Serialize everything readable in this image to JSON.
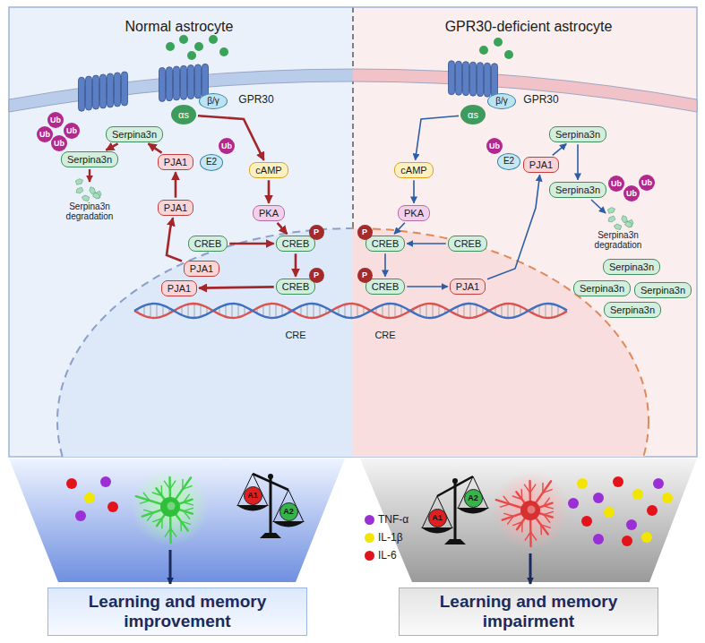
{
  "diagram": {
    "nodes": [
      {
        "text": [
          "αs"
        ]
      },
      {
        "text": [
          "β/γ"
        ]
      },
      {
        "text": [
          "Serpina3n"
        ]
      },
      {
        "text": [
          "Ub"
        ]
      },
      {
        "text": [
          "E2"
        ]
      },
      {
        "text": [
          "PJA1"
        ]
      },
      {
        "text": [
          "Serpina3n"
        ]
      },
      {
        "text": [
          "Ub"
        ]
      },
      {
        "text": [
          "Ub"
        ]
      },
      {
        "text": [
          "Ub"
        ]
      },
      {
        "text": [
          "Ub"
        ]
      },
      {
        "text": [
          "cAMP"
        ]
      },
      {
        "text": [
          "PKA"
        ]
      },
      {
        "text": [
          "PJA1"
        ]
      },
      {
        "text": [
          "CREB"
        ]
      },
      {
        "text": [
          "CREB"
        ]
      },
      {
        "text": [
          "P"
        ]
      },
      {
        "text": [
          "PJA1"
        ]
      },
      {
        "text": [
          "PJA1"
        ]
      },
      {
        "text": [
          "CREB"
        ]
      },
      {
        "text": [
          "P"
        ]
      },
      {
        "text": [
          "αs"
        ]
      },
      {
        "text": [
          "β/γ"
        ]
      },
      {
        "text": [
          "Ub"
        ]
      },
      {
        "text": [
          "E2"
        ]
      },
      {
        "text": [
          "Serpina3n"
        ]
      },
      {
        "text": [
          "PJA1"
        ]
      },
      {
        "text": [
          "cAMP"
        ]
      },
      {
        "text": [
          "PKA"
        ]
      },
      {
        "text": [
          "Serpina3n"
        ]
      },
      {
        "text": [
          "Ub"
        ]
      },
      {
        "text": [
          "Ub"
        ]
      },
      {
        "text": [
          "Ub"
        ]
      },
      {
        "text": [
          "CREB"
        ]
      },
      {
        "text": [
          "P"
        ]
      },
      {
        "text": [
          "CREB"
        ]
      },
      {
        "text": [
          "CREB"
        ]
      },
      {
        "text": [
          "P"
        ]
      },
      {
        "text": [
          "PJA1"
        ]
      },
      {
        "text": [
          "Serpina3n"
        ]
      },
      {
        "text": [
          "Serpina3n"
        ]
      },
      {
        "text": [
          "Serpina3n"
        ]
      },
      {
        "text": [
          "Serpina3n"
        ]
      },
      {
        "text": [
          "A1"
        ]
      },
      {
        "text": [
          "A2"
        ]
      },
      {
        "text": [
          "A1"
        ]
      },
      {
        "text": [
          "A2"
        ]
      },
      {
        "text": [
          "Learning and memory improvement"
        ]
      },
      {
        "text": [
          "Learning and memory impairment"
        ]
      }
    ],
    "edges": [
      {
        "from": 0,
        "to": 11,
        "arrow": "to"
      },
      {
        "from": 11,
        "to": 12,
        "arrow": "to"
      },
      {
        "from": 12,
        "to": 15,
        "arrow": "to"
      },
      {
        "from": 14,
        "to": 15,
        "arrow": "to"
      },
      {
        "from": 15,
        "to": 19,
        "arrow": "to"
      },
      {
        "from": 19,
        "to": 18,
        "arrow": "to"
      },
      {
        "from": 17,
        "to": 13,
        "arrow": "to"
      },
      {
        "from": 13,
        "to": 5,
        "arrow": "to"
      },
      {
        "from": 5,
        "to": 2,
        "arrow": "to"
      },
      {
        "from": 2,
        "to": 6,
        "arrow": "to"
      },
      {
        "from": 21,
        "to": 27,
        "arrow": "to"
      },
      {
        "from": 27,
        "to": 28,
        "arrow": "to"
      },
      {
        "from": 28,
        "to": 33,
        "arrow": "to"
      },
      {
        "from": 35,
        "to": 33,
        "arrow": "to"
      },
      {
        "from": 33,
        "to": 36,
        "arrow": "to"
      },
      {
        "from": 36,
        "to": 38,
        "arrow": "to"
      },
      {
        "from": 38,
        "to": 26,
        "arrow": "to"
      },
      {
        "from": 26,
        "to": 25,
        "arrow": "to"
      },
      {
        "from": 25,
        "to": 29,
        "arrow": "to"
      }
    ],
    "labels": [
      "Normal astrocyte",
      "GPR30-deficient astrocyte",
      "GPR30",
      "GPR30",
      "Serpina3n degradation",
      "Serpina3n degradation",
      "CRE",
      "CRE"
    ],
    "legend": [
      {
        "text": "TNF-α",
        "color": "#9b2fd6"
      },
      {
        "text": "IL-1β",
        "color": "#f2e600"
      },
      {
        "text": "IL-6",
        "color": "#e3131b"
      }
    ]
  }
}
